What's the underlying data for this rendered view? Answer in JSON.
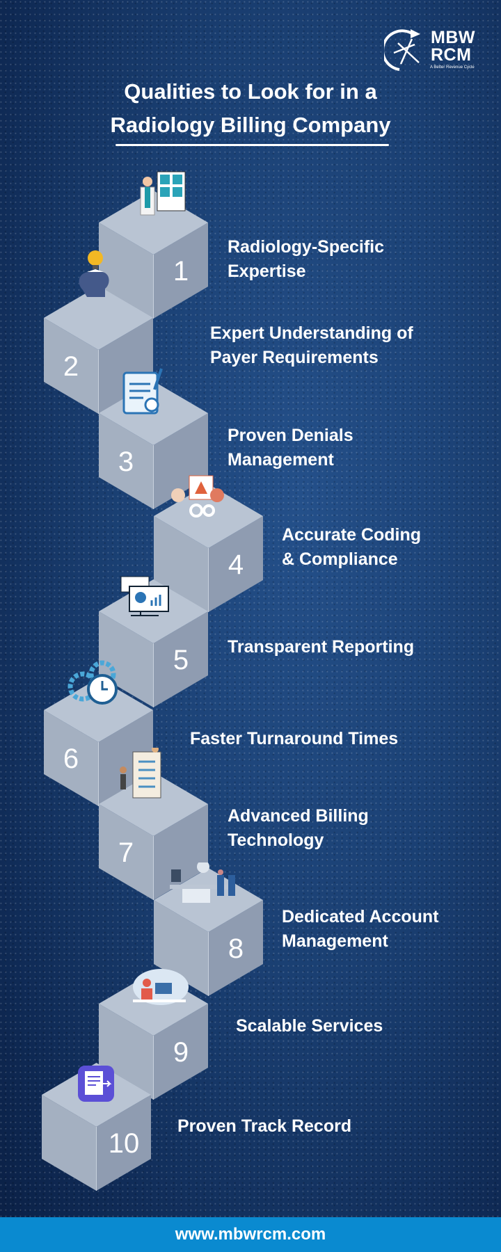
{
  "logo": {
    "line1": "MBW",
    "line2": "RCM",
    "tagline": "A Better Revenue Cycle"
  },
  "title": {
    "line1": "Qualities to Look for in a",
    "line2": "Radiology Billing Company"
  },
  "steps": [
    {
      "number": "1",
      "line1": "Radiology-Specific",
      "line2": "Expertise",
      "icon": "radiologist-icon"
    },
    {
      "number": "2",
      "line1": "Expert Understanding of",
      "line2": "Payer Requirements",
      "icon": "head-lightbulb-icon"
    },
    {
      "number": "3",
      "line1": "Proven Denials",
      "line2": "Management",
      "icon": "document-stamp-icon"
    },
    {
      "number": "4",
      "line1": "Accurate Coding",
      "line2": "& Compliance",
      "icon": "compliance-gears-icon"
    },
    {
      "number": "5",
      "line1": "Transparent Reporting",
      "line2": "",
      "icon": "monitor-chart-icon"
    },
    {
      "number": "6",
      "line1": "Faster Turnaround Times",
      "line2": "",
      "icon": "clock-gears-icon"
    },
    {
      "number": "7",
      "line1": "Advanced Billing",
      "line2": "Technology",
      "icon": "checklist-people-icon"
    },
    {
      "number": "8",
      "line1": "Dedicated Account",
      "line2": "Management",
      "icon": "surgery-team-icon"
    },
    {
      "number": "9",
      "line1": "Scalable Services",
      "line2": "",
      "icon": "laptop-worker-icon"
    },
    {
      "number": "10",
      "line1": "Proven Track Record",
      "line2": "",
      "icon": "report-document-icon"
    }
  ],
  "footer": {
    "url": "www.mbwrcm.com"
  },
  "colors": {
    "background": "#1a3f72",
    "footer": "#0a8ad0",
    "cube_top": "#b9c4d3",
    "cube_left": "#a4b0c1",
    "cube_right": "#8f9cb1"
  }
}
